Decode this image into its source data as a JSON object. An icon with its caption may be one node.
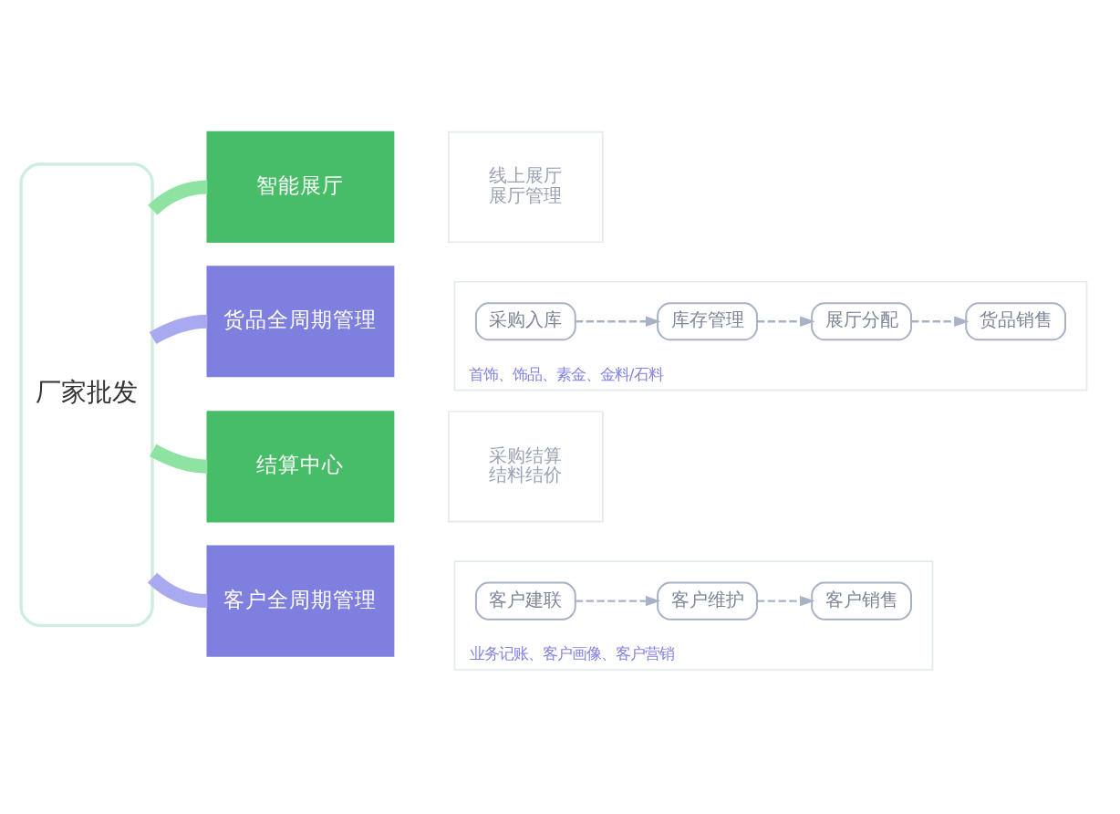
{
  "diagram": {
    "nodes": [
      {
        "text": [
          "厂家批发"
        ]
      },
      {
        "text": [
          "智能展厅"
        ]
      },
      {
        "text": [
          "线上展厅",
          "展厅管理"
        ]
      },
      {
        "text": [
          "货品全周期管理"
        ]
      },
      {
        "text": [
          "首饰、饰品、素金、金料/石料"
        ]
      },
      {
        "text": [
          "采购入库"
        ],
        "in": 4
      },
      {
        "text": [
          "库存管理"
        ],
        "in": 4
      },
      {
        "text": [
          "展厅分配"
        ],
        "in": 4
      },
      {
        "text": [
          "货品销售"
        ],
        "in": 4
      },
      {
        "text": [
          "结算中心"
        ]
      },
      {
        "text": [
          "采购结算",
          "结料结价"
        ]
      },
      {
        "text": [
          "客户全周期管理"
        ]
      },
      {
        "text": [
          "业务记账、客户画像、客户营销"
        ]
      },
      {
        "text": [
          "客户建联"
        ],
        "in": 12
      },
      {
        "text": [
          "客户维护"
        ],
        "in": 12
      },
      {
        "text": [
          "客户销售"
        ],
        "in": 12
      }
    ],
    "edges": [
      {
        "from": 0,
        "to": 1,
        "arrow": "none",
        "style": "thick",
        "color": "#8ee3a2"
      },
      {
        "from": 0,
        "to": 3,
        "arrow": "none",
        "style": "thick",
        "color": "#a9a9f2"
      },
      {
        "from": 0,
        "to": 9,
        "arrow": "none",
        "style": "thick",
        "color": "#8ee3a2"
      },
      {
        "from": 0,
        "to": 11,
        "arrow": "none",
        "style": "thick",
        "color": "#a9a9f2"
      },
      {
        "from": 5,
        "to": 6,
        "arrow": "to",
        "style": "dashed"
      },
      {
        "from": 6,
        "to": 7,
        "arrow": "to",
        "style": "dashed"
      },
      {
        "from": 7,
        "to": 8,
        "arrow": "to",
        "style": "dashed"
      },
      {
        "from": 13,
        "to": 14,
        "arrow": "to",
        "style": "dashed"
      },
      {
        "from": 14,
        "to": 15,
        "arrow": "to",
        "style": "dashed"
      }
    ]
  }
}
